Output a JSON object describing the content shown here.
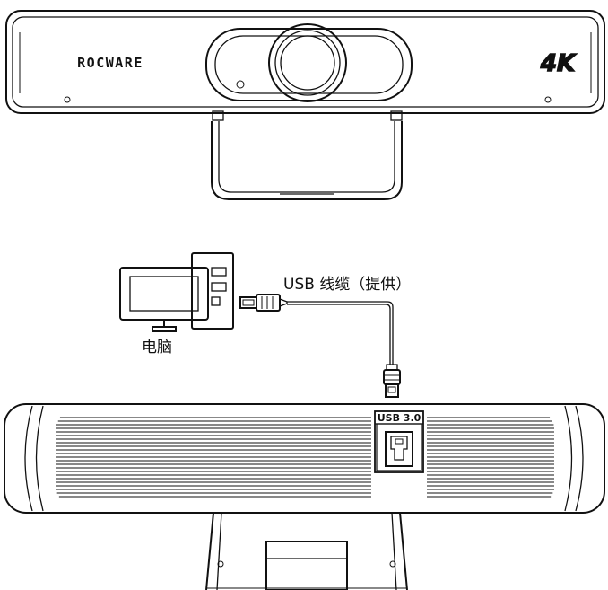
{
  "camera": {
    "brand": "ROCWARE",
    "resolution_badge": "4K"
  },
  "connection": {
    "cable_label": "USB 线缆（提供）",
    "computer_label": "电脑",
    "port_label": "USB 3.0"
  },
  "colors": {
    "stroke": "#111111",
    "background": "#ffffff"
  }
}
